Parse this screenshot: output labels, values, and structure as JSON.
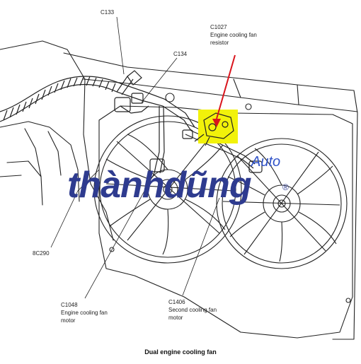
{
  "labels": {
    "c133": "C133",
    "c134": "C134",
    "c1027_code": "C1027",
    "c1027_line1": "Engine cooling fan",
    "c1027_line2": "resistor",
    "c8290": "8C290",
    "c1048_code": "C1048",
    "c1048_line1": "Engine cooling fan",
    "c1048_line2": "motor",
    "c1406_code": "C1406",
    "c1406_line1": "Second cooling fan",
    "c1406_line2": "motor"
  },
  "caption": "Dual engine cooling fan",
  "watermark": {
    "main": "thànhdũng",
    "sub": "Auto",
    "reg": "®"
  },
  "colors": {
    "highlight": "#f2f20a",
    "pointer": "#d9141c",
    "watermark": "#2e3b8f",
    "line": "#222222"
  },
  "icons": {
    "resistor": "resistor-icon",
    "fan": "fan-icon"
  }
}
